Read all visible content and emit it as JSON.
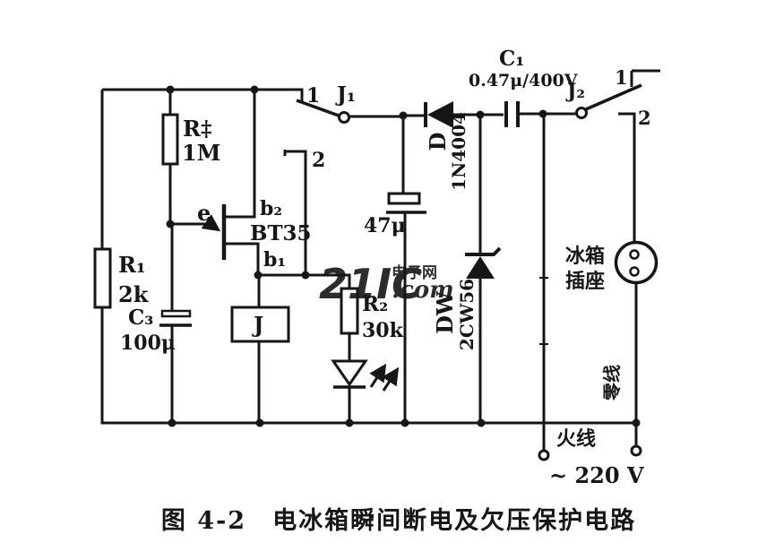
{
  "figure": {
    "caption": "图 4-2　电冰箱瞬间断电及欠压保护电路"
  },
  "watermark": {
    "brand": "21IC",
    "site": "电子网",
    "domain": ".com",
    "color_red": "#d93a35",
    "color_pink": "#f093ae",
    "color_purple": "#c79fd0"
  },
  "colors": {
    "ink": "#161616",
    "paper": "#ffffff"
  },
  "components": {
    "r_timing": {
      "name": "R‡",
      "value": "1M"
    },
    "r1": {
      "name": "R₁",
      "value": "2k"
    },
    "r2": {
      "name": "R₂",
      "value": "30k"
    },
    "c1": {
      "name": "C₁",
      "value": "0.47μ/400V"
    },
    "c2_filter": {
      "value": "47μ"
    },
    "c3": {
      "name": "C₃",
      "value": "100μ"
    },
    "ujt": {
      "name": "BT35",
      "emitter": "e",
      "base1": "b₁",
      "base2": "b₂"
    },
    "diode": {
      "name": "D",
      "value": "1N4004"
    },
    "zener": {
      "name": "DW",
      "value": "2CW56"
    },
    "relay": {
      "name": "J"
    },
    "switch_j1": {
      "name": "J₁",
      "contact1": "1",
      "contact2": "2"
    },
    "switch_j2": {
      "name": "J₂",
      "contact1": "1",
      "contact2": "2"
    },
    "socket": {
      "line1": "冰箱",
      "line2": "插座"
    }
  },
  "power": {
    "live": "火线",
    "neutral": "零线",
    "mains": "~ 220 V"
  }
}
